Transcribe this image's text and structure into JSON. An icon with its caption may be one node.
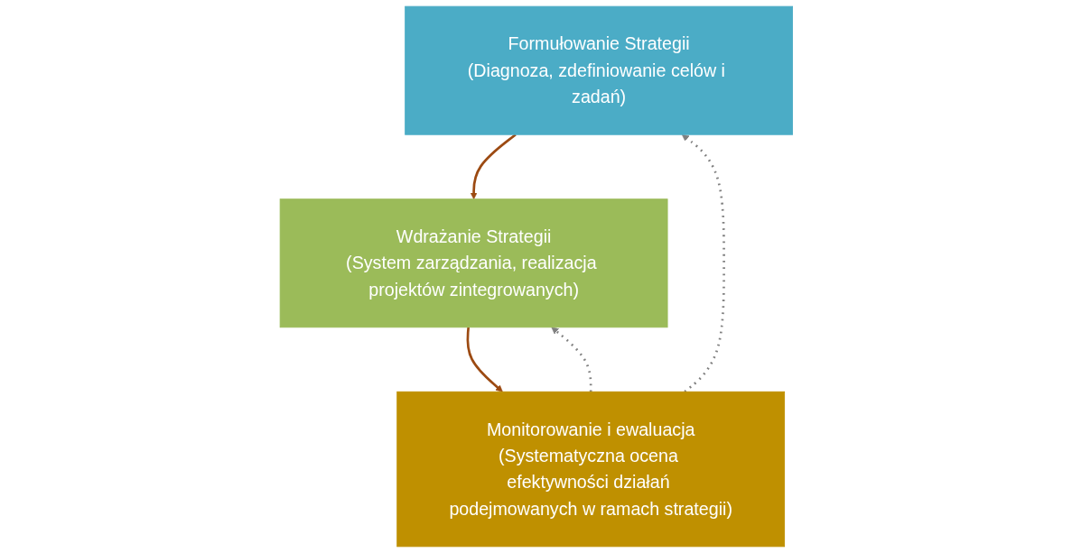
{
  "diagram": {
    "nodes": [
      {
        "text": [
          "Formułowanie Strategii",
          "(Diagnoza, zdefiniowanie celów i zadań)"
        ]
      },
      {
        "text": [
          "Wdrażanie Strategii",
          "(System zarządzania, realizacja projektów zintegrowanych)"
        ]
      },
      {
        "text": [
          "Monitorowanie i ewaluacja",
          "(Systematyczna ocena efektywności działań podejmowanych w ramach strategii)"
        ]
      }
    ],
    "edges": [
      {
        "from": 0,
        "to": 1,
        "arrow": "to",
        "color": "#9c4a12"
      },
      {
        "from": 1,
        "to": 2,
        "arrow": "to",
        "color": "#9c4a12"
      },
      {
        "from": 2,
        "to": 0,
        "arrow": "to",
        "style": "dashed",
        "color": "#808080"
      },
      {
        "from": 2,
        "to": 1,
        "arrow": "to",
        "style": "dashed",
        "color": "#808080"
      }
    ]
  }
}
